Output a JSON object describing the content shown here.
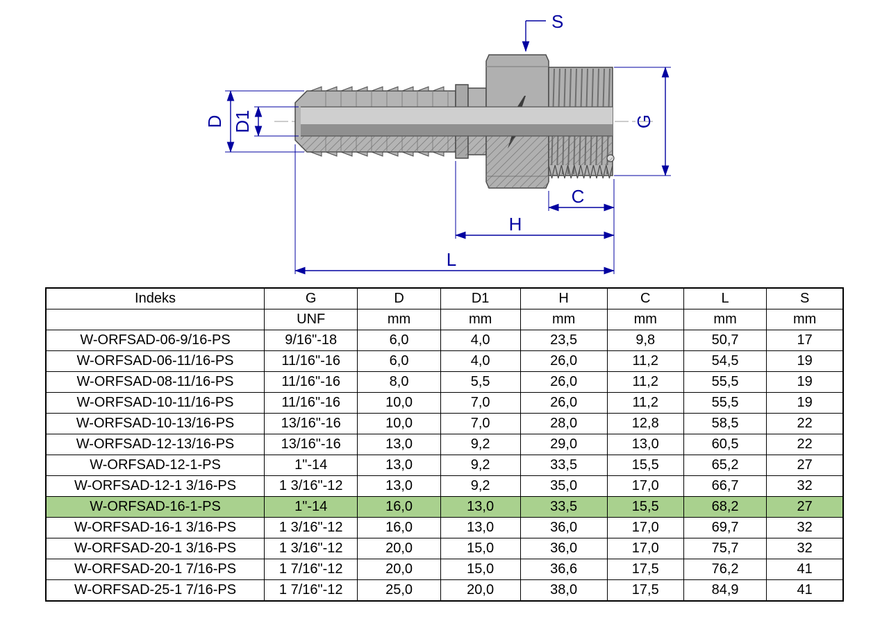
{
  "diagram": {
    "title": "ORFS male fitting technical drawing",
    "labels": {
      "s": "S",
      "d": "D",
      "d1": "D1",
      "g": "G",
      "c": "C",
      "h": "H",
      "l": "L"
    },
    "dimension_color": "#0000a0",
    "body_color": "#b4b4b4"
  },
  "table": {
    "headers": [
      "Indeks",
      "G",
      "D",
      "D1",
      "H",
      "C",
      "L",
      "S"
    ],
    "units": [
      "",
      "UNF",
      "mm",
      "mm",
      "mm",
      "mm",
      "mm",
      "mm"
    ],
    "highlight_color": "#a9d18e",
    "highlighted_index": 8,
    "rows": [
      [
        "W-ORFSAD-06-9/16-PS",
        "9/16\"-18",
        "6,0",
        "4,0",
        "23,5",
        "9,8",
        "50,7",
        "17"
      ],
      [
        "W-ORFSAD-06-11/16-PS",
        "11/16\"-16",
        "6,0",
        "4,0",
        "26,0",
        "11,2",
        "54,5",
        "19"
      ],
      [
        "W-ORFSAD-08-11/16-PS",
        "11/16\"-16",
        "8,0",
        "5,5",
        "26,0",
        "11,2",
        "55,5",
        "19"
      ],
      [
        "W-ORFSAD-10-11/16-PS",
        "11/16\"-16",
        "10,0",
        "7,0",
        "26,0",
        "11,2",
        "55,5",
        "19"
      ],
      [
        "W-ORFSAD-10-13/16-PS",
        "13/16\"-16",
        "10,0",
        "7,0",
        "28,0",
        "12,8",
        "58,5",
        "22"
      ],
      [
        "W-ORFSAD-12-13/16-PS",
        "13/16\"-16",
        "13,0",
        "9,2",
        "29,0",
        "13,0",
        "60,5",
        "22"
      ],
      [
        "W-ORFSAD-12-1-PS",
        "1\"-14",
        "13,0",
        "9,2",
        "33,5",
        "15,5",
        "65,2",
        "27"
      ],
      [
        "W-ORFSAD-12-1 3/16-PS",
        "1 3/16\"-12",
        "13,0",
        "9,2",
        "35,0",
        "17,0",
        "66,7",
        "32"
      ],
      [
        "W-ORFSAD-16-1-PS",
        "1\"-14",
        "16,0",
        "13,0",
        "33,5",
        "15,5",
        "68,2",
        "27"
      ],
      [
        "W-ORFSAD-16-1 3/16-PS",
        "1 3/16\"-12",
        "16,0",
        "13,0",
        "36,0",
        "17,0",
        "69,7",
        "32"
      ],
      [
        "W-ORFSAD-20-1 3/16-PS",
        "1 3/16\"-12",
        "20,0",
        "15,0",
        "36,0",
        "17,0",
        "75,7",
        "32"
      ],
      [
        "W-ORFSAD-20-1 7/16-PS",
        "1 7/16\"-12",
        "20,0",
        "15,0",
        "36,6",
        "17,5",
        "76,2",
        "41"
      ],
      [
        "W-ORFSAD-25-1 7/16-PS",
        "1 7/16\"-12",
        "25,0",
        "20,0",
        "38,0",
        "17,5",
        "84,9",
        "41"
      ]
    ]
  }
}
